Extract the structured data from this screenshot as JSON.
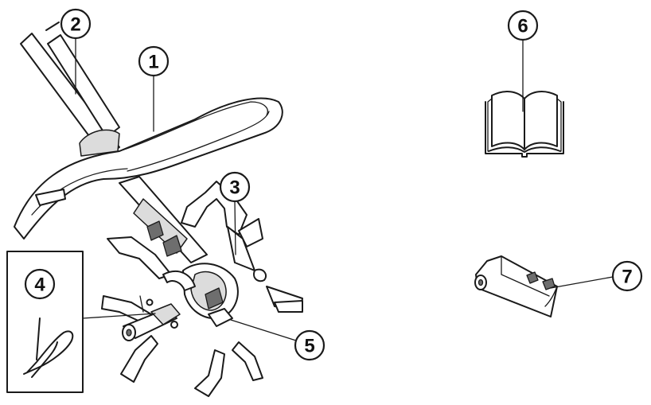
{
  "callouts": {
    "c1": "1",
    "c2": "2",
    "c3": "3",
    "c4": "4",
    "c5": "5",
    "c6": "6",
    "c7": "7"
  },
  "line_color": "#1a1a1a",
  "background_color": "#ffffff"
}
